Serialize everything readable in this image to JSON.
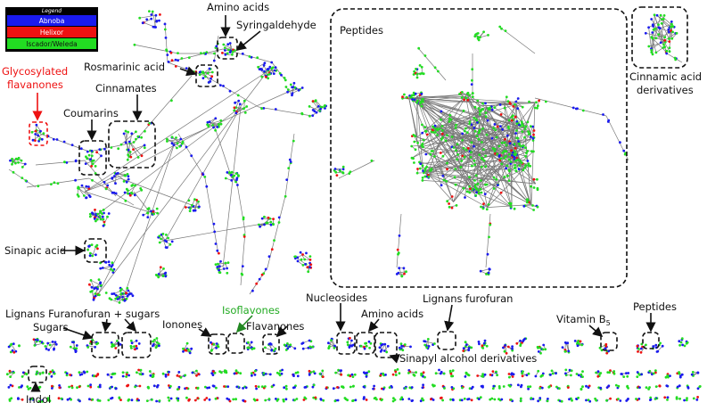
{
  "legend": {
    "title": "Legend",
    "entries": [
      {
        "label": "Abnoba",
        "color": "#1a1aee"
      },
      {
        "label": "Helixor",
        "color": "#ee1111"
      },
      {
        "label": "Iscador/Weleda",
        "color": "#22dd22"
      }
    ]
  },
  "labels": {
    "amino_acids_top": "Amino acids",
    "syringaldehyde": "Syringaldehyde",
    "peptides_big": "Peptides",
    "cinnamic_line1": "Cinnamic acid",
    "cinnamic_line2": "derivatives",
    "glyco_line1": "Glycosylated",
    "glyco_line2": "flavanones",
    "coumarins": "Coumarins",
    "cinnamates": "Cinnamates",
    "rosmarinic": "Rosmarinic acid",
    "sinapic": "Sinapic acid",
    "nucleosides": "Nucleosides",
    "lignans_furofuran": "Lignans furofuran",
    "amino_acids_bottom": "Amino acids",
    "vitamin_b5": "Vitamin B",
    "vitamin_b5_sub": "5",
    "peptides_small": "Peptides",
    "lignans_furanofuran_sugars": "Lignans Furanofuran + sugars",
    "sugars": "Sugars",
    "ionones": "Ionones",
    "isoflavones": "Isoflavones",
    "flavanones": "Flavanones",
    "sinapyl": "Sinapyl alcohol derivatives",
    "indol": "Indol"
  }
}
